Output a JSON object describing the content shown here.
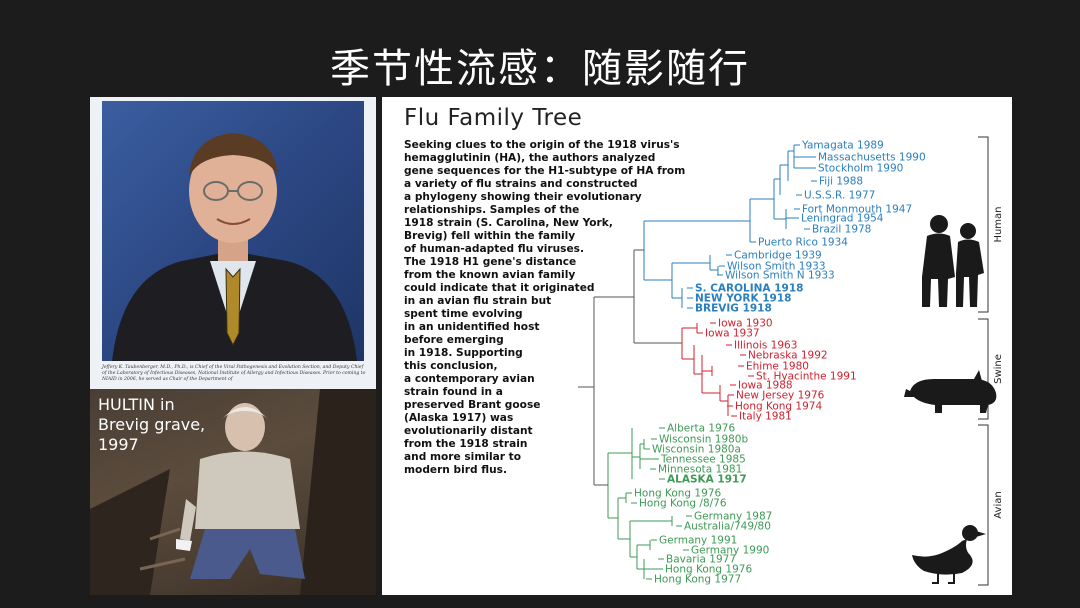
{
  "slide_title": "季节性流感：随影随行",
  "left": {
    "caption": "Jeffery K. Taubenberger, M.D., Ph.D., is Chief of the Viral Pathogenesis and Evolution Section, and Deputy Chief of the Laboratory of Infectious Diseases, National Institute of Allergy and Infectious Diseases. Prior to coming to NIAID in 2006, he served as Chair of the Department of",
    "bottom_label": "HULTIN in\nBrevig grave,\n1997"
  },
  "figure": {
    "title": "Flu Family Tree",
    "description_lines": [
      "Seeking clues to the origin of the 1918 virus's",
      "hemagglutinin (HA), the authors analyzed",
      "gene sequences for the H1-subtype of HA from",
      "a variety of flu strains and constructed",
      "a phylogeny showing their evolutionary",
      "relationships. Samples of the",
      "1918 strain (S. Carolina, New York,",
      "Brevig) fell within the family",
      "of human-adapted flu viruses.",
      "The 1918 H1 gene's distance",
      "from the known avian family",
      "could indicate that it originated",
      "in an avian flu strain but",
      "spent time evolving",
      "in an unidentified host",
      "before emerging",
      "in 1918. Supporting",
      "this conclusion,",
      "a contemporary avian",
      "strain found in a",
      "preserved Brant goose",
      "(Alaska 1917) was",
      "evolutionarily distant",
      "from the 1918 strain",
      "and more similar to",
      "modern bird flus."
    ],
    "groups": [
      "Human",
      "Swine",
      "Avian"
    ],
    "colors": {
      "human": "#2a7fbf",
      "swine": "#d0222e",
      "avian": "#3f9a55",
      "line": "#555555"
    },
    "leaves": [
      {
        "label": "Yamagata 1989",
        "group": "human",
        "bold": false
      },
      {
        "label": "Massachusetts 1990",
        "group": "human",
        "bold": false
      },
      {
        "label": "Stockholm 1990",
        "group": "human",
        "bold": false
      },
      {
        "label": "Fiji 1988",
        "group": "human",
        "bold": false
      },
      {
        "label": "U.S.S.R. 1977",
        "group": "human",
        "bold": false
      },
      {
        "label": "Fort Monmouth 1947",
        "group": "human",
        "bold": false
      },
      {
        "label": "Leningrad 1954",
        "group": "human",
        "bold": false
      },
      {
        "label": "Brazil 1978",
        "group": "human",
        "bold": false
      },
      {
        "label": "Puerto Rico 1934",
        "group": "human",
        "bold": false
      },
      {
        "label": "Cambridge 1939",
        "group": "human",
        "bold": false
      },
      {
        "label": "Wilson Smith 1933",
        "group": "human",
        "bold": false
      },
      {
        "label": "Wilson Smith N 1933",
        "group": "human",
        "bold": false
      },
      {
        "label": "S. CAROLINA 1918",
        "group": "human",
        "bold": true
      },
      {
        "label": "NEW YORK 1918",
        "group": "human",
        "bold": true
      },
      {
        "label": "BREVIG 1918",
        "group": "human",
        "bold": true
      },
      {
        "label": "Iowa 1930",
        "group": "swine",
        "bold": false
      },
      {
        "label": "Iowa 1937",
        "group": "swine",
        "bold": false
      },
      {
        "label": "Illinois 1963",
        "group": "swine",
        "bold": false
      },
      {
        "label": "Nebraska 1992",
        "group": "swine",
        "bold": false
      },
      {
        "label": "Ehime 1980",
        "group": "swine",
        "bold": false
      },
      {
        "label": "St. Hyacinthe 1991",
        "group": "swine",
        "bold": false
      },
      {
        "label": "Iowa 1988",
        "group": "swine",
        "bold": false
      },
      {
        "label": "New Jersey 1976",
        "group": "swine",
        "bold": false
      },
      {
        "label": "Hong Kong 1974",
        "group": "swine",
        "bold": false
      },
      {
        "label": "Italy 1981",
        "group": "swine",
        "bold": false
      },
      {
        "label": "Alberta 1976",
        "group": "avian",
        "bold": false
      },
      {
        "label": "Wisconsin 1980b",
        "group": "avian",
        "bold": false
      },
      {
        "label": "Wisconsin 1980a",
        "group": "avian",
        "bold": false
      },
      {
        "label": "Tennessee 1985",
        "group": "avian",
        "bold": false
      },
      {
        "label": "Minnesota 1981",
        "group": "avian",
        "bold": false
      },
      {
        "label": "ALASKA 1917",
        "group": "avian",
        "bold": true
      },
      {
        "label": "Hong Kong  1976",
        "group": "avian",
        "bold": false
      },
      {
        "label": "Hong Kong /8/76",
        "group": "avian",
        "bold": false
      },
      {
        "label": "Germany 1987",
        "group": "avian",
        "bold": false
      },
      {
        "label": "Australia/749/80",
        "group": "avian",
        "bold": false
      },
      {
        "label": "Germany 1991",
        "group": "avian",
        "bold": false
      },
      {
        "label": "Germany 1990",
        "group": "avian",
        "bold": false
      },
      {
        "label": "Bavaria 1977",
        "group": "avian",
        "bold": false
      },
      {
        "label": "Hong Kong 1976",
        "group": "avian",
        "bold": false
      },
      {
        "label": "Hong Kong 1977",
        "group": "avian",
        "bold": false
      }
    ]
  }
}
